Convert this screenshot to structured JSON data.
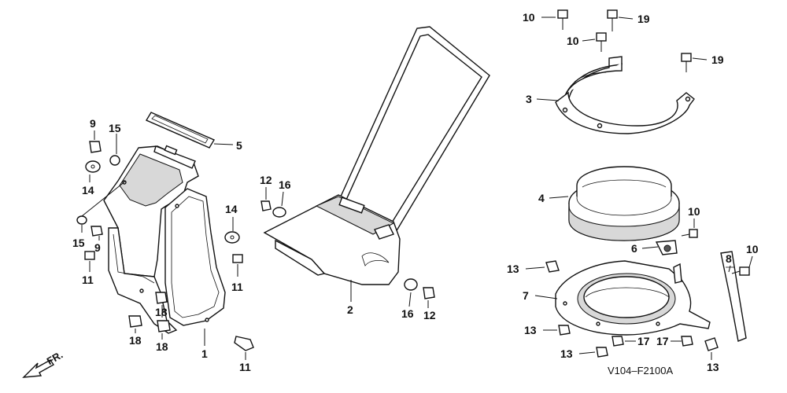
{
  "diagram": {
    "code": "V104–F2100A",
    "direction_label": "FR.",
    "callouts": [
      {
        "id": "c10a",
        "text": "10"
      },
      {
        "id": "c19a",
        "text": "19"
      },
      {
        "id": "c10b",
        "text": "10"
      },
      {
        "id": "c19b",
        "text": "19"
      },
      {
        "id": "c3",
        "text": "3"
      },
      {
        "id": "c4",
        "text": "4"
      },
      {
        "id": "c10c",
        "text": "10"
      },
      {
        "id": "c6",
        "text": "6"
      },
      {
        "id": "c8",
        "text": "8"
      },
      {
        "id": "c10d",
        "text": "10"
      },
      {
        "id": "c13a",
        "text": "13"
      },
      {
        "id": "c7",
        "text": "7"
      },
      {
        "id": "c13b",
        "text": "13"
      },
      {
        "id": "c17a",
        "text": "17"
      },
      {
        "id": "c17b",
        "text": "17"
      },
      {
        "id": "c13c",
        "text": "13"
      },
      {
        "id": "c13d",
        "text": "13"
      },
      {
        "id": "c9a",
        "text": "9"
      },
      {
        "id": "c15a",
        "text": "15"
      },
      {
        "id": "c5",
        "text": "5"
      },
      {
        "id": "c14a",
        "text": "14"
      },
      {
        "id": "c15b",
        "text": "15"
      },
      {
        "id": "c9b",
        "text": "9"
      },
      {
        "id": "c11a",
        "text": "11"
      },
      {
        "id": "c12a",
        "text": "12"
      },
      {
        "id": "c16a",
        "text": "16"
      },
      {
        "id": "c14b",
        "text": "14"
      },
      {
        "id": "c11b",
        "text": "11"
      },
      {
        "id": "c2",
        "text": "2"
      },
      {
        "id": "c16b",
        "text": "16"
      },
      {
        "id": "c12b",
        "text": "12"
      },
      {
        "id": "c18a",
        "text": "18"
      },
      {
        "id": "c18b",
        "text": "18"
      },
      {
        "id": "c18c",
        "text": "18"
      },
      {
        "id": "c1",
        "text": "1"
      },
      {
        "id": "c11c",
        "text": "11"
      }
    ]
  }
}
